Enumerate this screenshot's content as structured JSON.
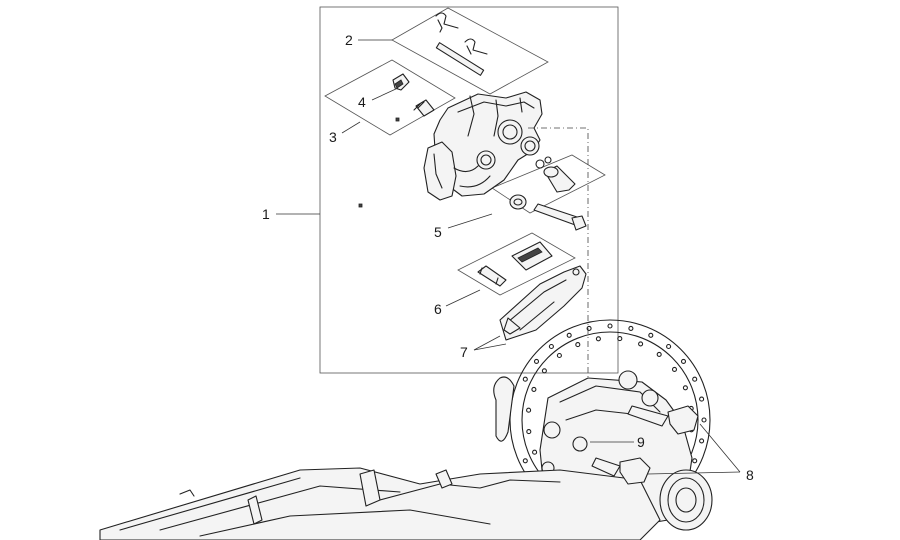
{
  "diagram": {
    "callouts": [
      {
        "id": "1",
        "label": "1"
      },
      {
        "id": "2",
        "label": "2"
      },
      {
        "id": "3",
        "label": "3"
      },
      {
        "id": "4",
        "label": "4"
      },
      {
        "id": "5",
        "label": "5"
      },
      {
        "id": "6",
        "label": "6"
      },
      {
        "id": "7",
        "label": "7"
      },
      {
        "id": "8",
        "label": "8"
      },
      {
        "id": "9",
        "label": "9"
      }
    ]
  },
  "colors": {
    "line": "#222222",
    "background": "#ffffff"
  }
}
